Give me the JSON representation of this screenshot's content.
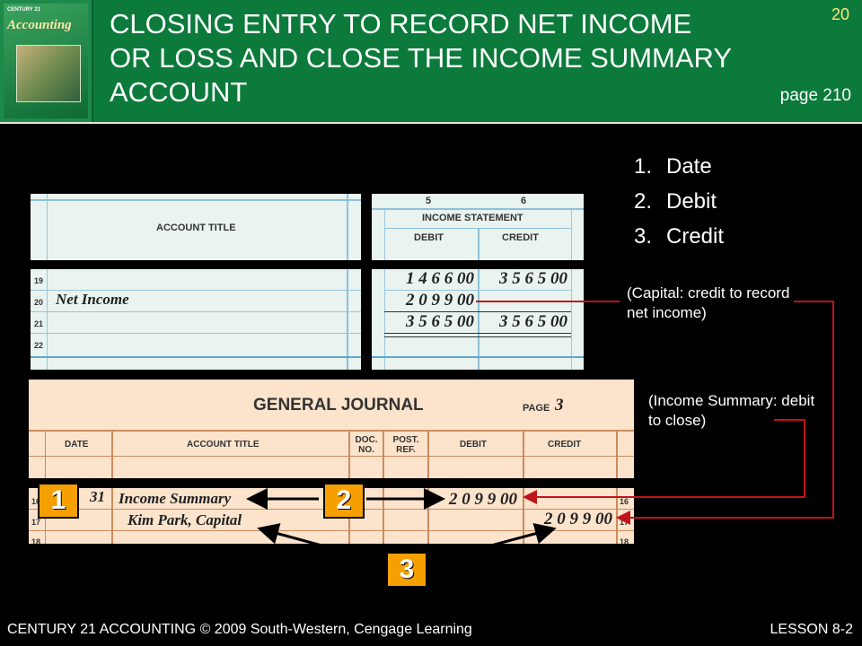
{
  "header": {
    "title": "CLOSING ENTRY TO RECORD NET INCOME OR LOSS AND CLOSE THE INCOME SUMMARY ACCOUNT",
    "slide_number": "20",
    "page_ref": "page 210",
    "book_title": "Accounting",
    "book_series": "CENTURY 21"
  },
  "steps": [
    {
      "num": "1.",
      "label": "Date"
    },
    {
      "num": "2.",
      "label": "Debit"
    },
    {
      "num": "3.",
      "label": "Credit"
    }
  ],
  "notes": {
    "capital": "(Capital: credit to record net income)",
    "income_summary": "(Income Summary: debit to close)"
  },
  "worksheet": {
    "col_numbers": [
      "5",
      "6"
    ],
    "account_title_header": "ACCOUNT TITLE",
    "statement_header": "INCOME STATEMENT",
    "debit_header": "DEBIT",
    "credit_header": "CREDIT",
    "line_numbers": [
      "19",
      "20",
      "21",
      "22"
    ],
    "net_income_label": "Net Income",
    "rows": [
      {
        "debit": "1 4 6 6 00",
        "credit": "3 5 6 5 00"
      },
      {
        "debit": "2 0 9 9 00",
        "credit": ""
      },
      {
        "debit": "3 5 6 5 00",
        "credit": "3 5 6 5 00"
      }
    ]
  },
  "journal": {
    "title": "GENERAL JOURNAL",
    "page_label": "PAGE",
    "page_number": "3",
    "headers": {
      "date": "DATE",
      "account": "ACCOUNT TITLE",
      "doc": "DOC. NO.",
      "post": "POST. REF.",
      "debit": "DEBIT",
      "credit": "CREDIT"
    },
    "line_numbers": [
      "16",
      "17",
      "18"
    ],
    "entry": {
      "day": "31",
      "debit_account": "Income Summary",
      "credit_account": "Kim Park, Capital",
      "debit_amount": "2 0 9 9 00",
      "credit_amount": "2 0 9 9 00"
    }
  },
  "badges": [
    "1",
    "2",
    "3"
  ],
  "footer": {
    "left": "CENTURY 21 ACCOUNTING © 2009 South-Western, Cengage Learning",
    "right": "LESSON 8-2"
  },
  "colors": {
    "header_bg": "#0b7a3b",
    "badge": "#f5a000",
    "arrow": "#c0141b",
    "slide_number": "#ffe680"
  }
}
